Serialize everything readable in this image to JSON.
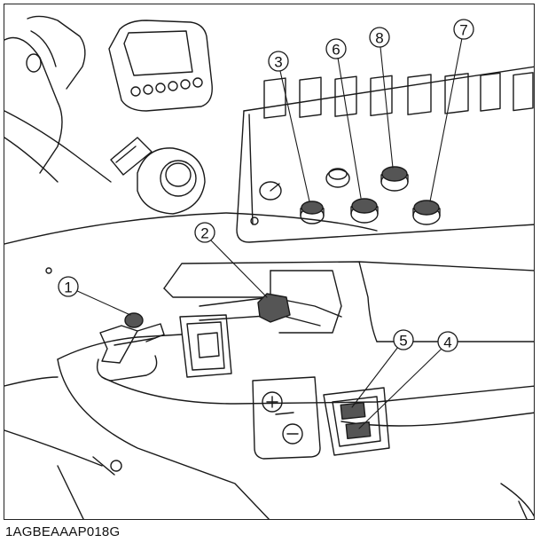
{
  "figure_code": "1AGBEAAAP018G",
  "callouts": [
    {
      "id": "1",
      "label": "1"
    },
    {
      "id": "2",
      "label": "2"
    },
    {
      "id": "3",
      "label": "3"
    },
    {
      "id": "4",
      "label": "4"
    },
    {
      "id": "5",
      "label": "5"
    },
    {
      "id": "6",
      "label": "6"
    },
    {
      "id": "7",
      "label": "7"
    },
    {
      "id": "8",
      "label": "8"
    }
  ],
  "colors": {
    "line": "#1a1a1a",
    "shade": "#555555",
    "paper": "#ffffff"
  }
}
